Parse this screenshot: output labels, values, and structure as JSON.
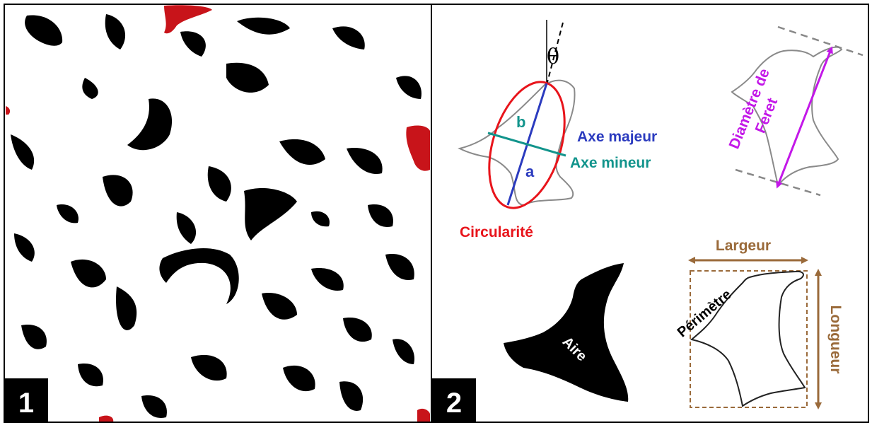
{
  "panel1": {
    "badge": "1"
  },
  "panel2": {
    "badge": "2",
    "angle_symbol": "θ",
    "label_b": "b",
    "label_a": "a",
    "axe_majeur": "Axe majeur",
    "axe_mineur": "Axe mineur",
    "circularite": "Circularité",
    "feret_line1": "Diamètre de",
    "feret_line2": "Feret",
    "largeur": "Largeur",
    "longueur": "Longueur",
    "perimetre": "Périmètre",
    "aire": "Aire"
  },
  "colors": {
    "circularite": "#e8141b",
    "axe_majeur": "#2b3bbf",
    "axe_mineur": "#12948c",
    "feret": "#c318e8",
    "dimensions": "#9a6a3a",
    "contour": "#8a8a8a"
  }
}
